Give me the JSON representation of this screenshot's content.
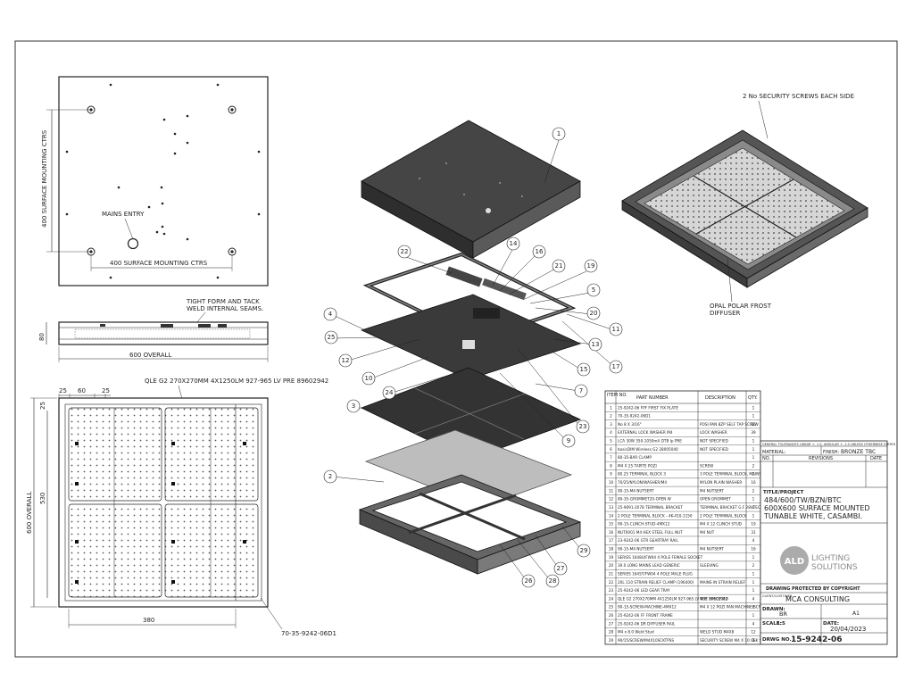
{
  "plan_view": {
    "mounting_vertical": "400 SURFACE MOUNTING CTRS",
    "mounting_horizontal": "400 SURFACE MOUNTING CTRS",
    "mains_entry": "MAINS ENTRY"
  },
  "side_view": {
    "note_line1": "TIGHT FORM AND TACK",
    "note_line2": "WELD INTERNAL SEAMS.",
    "height_dim": "80",
    "overall_dim": "600 OVERALL"
  },
  "front_view": {
    "led_label": "QLE G2 270X270MM 4X1250LM 927-965 LV PRE 89602942",
    "dim_25a": "25",
    "dim_60": "60",
    "dim_25b": "25",
    "dim_25_left": "25",
    "dim_600": "600 OVERALL",
    "dim_530": "530",
    "dim_380": "380",
    "part_ref": "70-35-9242-06D1"
  },
  "iso_view": {
    "screws_note": "2 No SECURITY SCREWS EACH SIDE",
    "diffuser_line1": "OPAL POLAR FROST",
    "diffuser_line2": "DIFFUSER"
  },
  "exploded_view": {
    "balloons": [
      "1",
      "22",
      "14",
      "16",
      "21",
      "19",
      "5",
      "20",
      "4",
      "25",
      "11",
      "12",
      "13",
      "10",
      "15",
      "17",
      "24",
      "7",
      "3",
      "9",
      "23",
      "2",
      "29",
      "27",
      "26",
      "28"
    ]
  },
  "bom": {
    "headers": [
      "ITEM NO.",
      "PART NUMBER",
      "DESCRIPTION",
      "QTY."
    ],
    "rows": [
      [
        "1",
        "25-9242-06 FPF FIRST FIX PLATE",
        "",
        "1"
      ],
      [
        "2",
        "70-35-9242-06D1",
        "",
        "1"
      ],
      [
        "3",
        "No 8 X 3/16\"",
        "POSI PAN 8ZP SELF TAP SCREW",
        "16"
      ],
      [
        "4",
        "EXTERNAL LOCK WASHER M4",
        "LOCK WASHER",
        "39"
      ],
      [
        "5",
        "LCA 30W 350-1050mA DTB lp PRE",
        "NOT SPECIFIED",
        "1"
      ],
      [
        "6",
        "basicDIM Wireless G2 28005040",
        "NOT SPECIFIED",
        "1"
      ],
      [
        "7",
        "80-35-BAR CLAMP",
        "",
        "1"
      ],
      [
        "8",
        "M4 X 25 TAPITE POZI",
        "SCREW",
        "2"
      ],
      [
        "9",
        "80.25 TERMINAL BLOCK 3",
        "3 POLE TERMINAL BLOCK, MAINS IN TERMINATION POINT",
        "1"
      ],
      [
        "10",
        "70/25/NYLON/WASHER/M4",
        "NYLON PLAIN WASHER",
        "16"
      ],
      [
        "11",
        "90-15-M4 NUTSERT",
        "M4 NUTSERT",
        "2"
      ],
      [
        "12",
        "80-35-GROMMET20-OPEN W",
        "OPEN GROMMET",
        "1"
      ],
      [
        "13",
        "25-9091-2078 TERMINAL BRACKET",
        "TERMINAL BRACKET G.F 28VTEC NAT",
        "1"
      ],
      [
        "14",
        "2 POLE TERMINAL BLOCK - 4K-410-1150",
        "2 POLE TERMINAL BLOCK",
        "1"
      ],
      [
        "15",
        "90-15-CLINCH-STUD-4MX12",
        "M4 X 12 CLINCH STUD",
        "19"
      ],
      [
        "16",
        "NUT0001 M4 HEX STEEL FULL NUT",
        "M4 NUT",
        "31"
      ],
      [
        "17",
        "23-9242-06 GTR GEARTRAY RAIL",
        "",
        "4"
      ],
      [
        "18",
        "90-15-M4 NUTSERT",
        "M4 NUTSERT",
        "16"
      ],
      [
        "19",
        "SERIES 1648U/FW04 4 POLE FEMALE SOCKET",
        "",
        "1"
      ],
      [
        "20",
        "30.0 LONG MAINS LEAD GENERIC",
        "SLEEVING",
        "2"
      ],
      [
        "21",
        "SERIES 1645T/FW04 4 POLE MALE PLUG",
        "",
        "1"
      ],
      [
        "22",
        "20L 110 STRAIN RELIEF CLAMP (196400)",
        "MAINS IN STRAIN RELIEF",
        "1"
      ],
      [
        "23",
        "25-9242-06 LED GEAR TRAY",
        "",
        "1"
      ],
      [
        "24",
        "QLE G2 270X270MM 4X1250LM 927-965 LV PRE 89602942",
        "NOT SPECIFIED",
        "4"
      ],
      [
        "25",
        "90-15-SCREW-MACHINE-4MX12",
        "M4 X 12 POZI PAN MACHINE SCREW",
        "8"
      ],
      [
        "26",
        "25-9242-06 FF FRONT FRAME",
        "",
        "1"
      ],
      [
        "27",
        "25-9242-06 DR DIFFUSER RAIL",
        "",
        "4"
      ],
      [
        "28",
        "M4 x 8.0 Weld Stud",
        "WELD STUD M4X8",
        "12"
      ],
      [
        "29",
        "90/15/SCREW/M4X10SCKTPSS",
        "SECURITY SCREW M4 X 10 CSK SS",
        "8"
      ]
    ]
  },
  "title_block": {
    "tolerances": "GENERAL TOLERANCES LINEAR +- 1.0, ANGULAR +- 1.0 UNLESS OTHERWISE STATED",
    "material_label": "MATERIAL:",
    "finish_label": "FINISH:",
    "finish_value": "BRONZE TBC",
    "no_label": "NO.",
    "revisions_label": "REVISIONS",
    "date_label": "DATE",
    "title_label": "TITLE/PROJECT",
    "title_line1": "484/600/TW/BZN/BTC",
    "title_line2": "600X600 SURFACE MOUNTED",
    "title_line3": "TUNABLE WHITE, CASAMBI.",
    "logo_main": "ALD",
    "logo_line1": "LIGHTING",
    "logo_line2": "SOLUTIONS",
    "copyright": "DRAWING PROTECTED BY COPYRIGHT",
    "client_label": "CLIENT/CUSTOMER",
    "client_value": "MCA CONSULTING",
    "drawn_label": "DRAWN:",
    "drawn_value": "BR",
    "size_value": "A1",
    "scale_label": "SCALE:",
    "scale_value": "1:5",
    "date_label2": "DATE:",
    "date_value": "20/04/2023",
    "drwg_label": "DRWG NO.",
    "drwg_value": "15-9242-06"
  },
  "colors": {
    "panel_dark": "#4a4a4a",
    "panel_mid": "#6e6e6e",
    "diffuser": "#bdbdbd",
    "line": "#222222"
  }
}
